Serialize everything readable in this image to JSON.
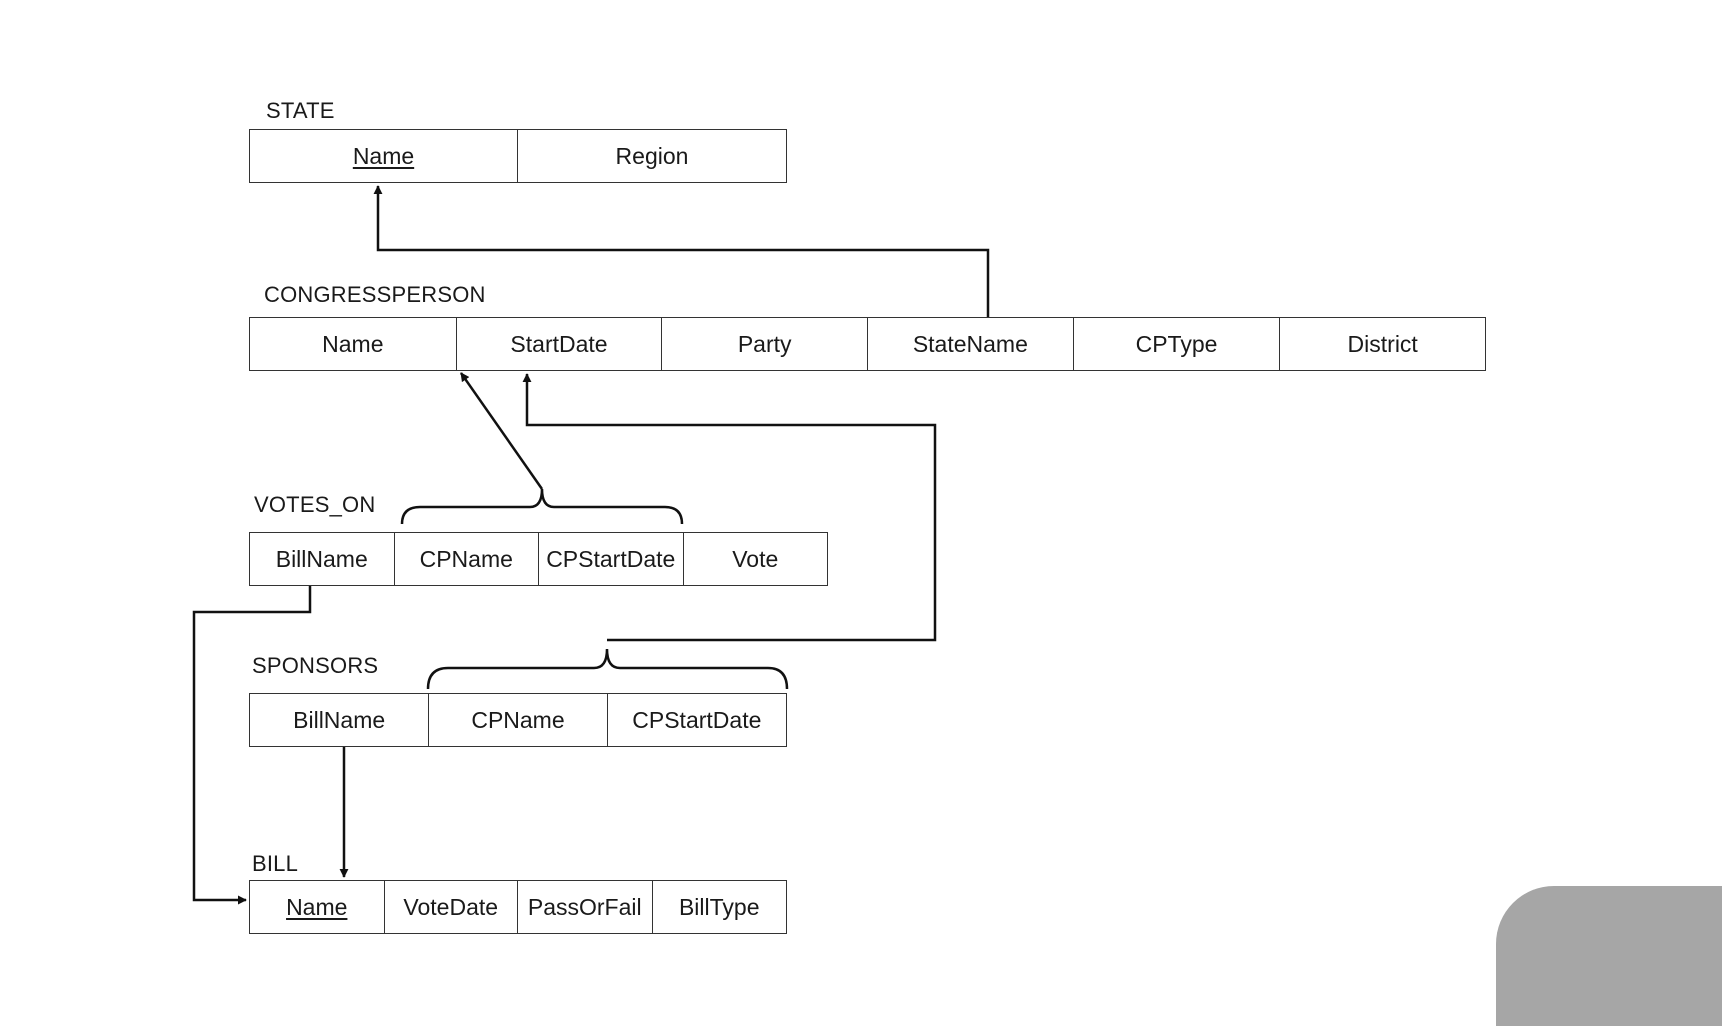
{
  "relations": {
    "state": {
      "title": "STATE",
      "attrs": [
        "Name",
        "Region"
      ]
    },
    "congressperson": {
      "title": "CONGRESSPERSON",
      "attrs": [
        "Name",
        "StartDate",
        "Party",
        "StateName",
        "CPType",
        "District"
      ]
    },
    "votes_on": {
      "title": "VOTES_ON",
      "attrs": [
        "BillName",
        "CPName",
        "CPStartDate",
        "Vote"
      ]
    },
    "sponsors": {
      "title": "SPONSORS",
      "attrs": [
        "BillName",
        "CPName",
        "CPStartDate"
      ]
    },
    "bill": {
      "title": "BILL",
      "attrs": [
        "Name",
        "VoteDate",
        "PassOrFail",
        "BillType"
      ]
    }
  },
  "foreign_keys": [
    {
      "from": "CONGRESSPERSON.StateName",
      "to": "STATE.Name"
    },
    {
      "from": "VOTES_ON.(CPName, CPStartDate)",
      "to": "CONGRESSPERSON.(Name, StartDate)"
    },
    {
      "from": "SPONSORS.(CPName, CPStartDate)",
      "to": "CONGRESSPERSON.(Name, StartDate)"
    },
    {
      "from": "VOTES_ON.BillName",
      "to": "BILL.Name"
    },
    {
      "from": "SPONSORS.BillName",
      "to": "BILL.Name"
    }
  ]
}
